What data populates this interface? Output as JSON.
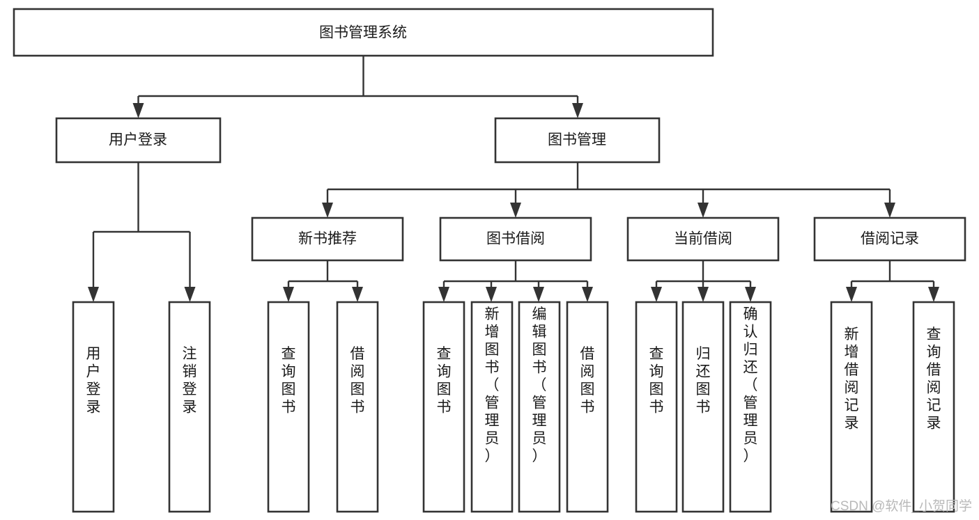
{
  "diagram": {
    "title": "图书管理系统",
    "type": "hierarchy-tree",
    "root": {
      "id": "root",
      "label": "图书管理系统",
      "orientation": "horizontal"
    },
    "level2": [
      {
        "id": "user-login",
        "label": "用户登录",
        "orientation": "horizontal"
      },
      {
        "id": "book-manage",
        "label": "图书管理",
        "orientation": "horizontal"
      }
    ],
    "level3": [
      {
        "id": "new-book-recommend",
        "label": "新书推荐",
        "orientation": "horizontal",
        "parent": "book-manage"
      },
      {
        "id": "book-borrow",
        "label": "图书借阅",
        "orientation": "horizontal",
        "parent": "book-manage"
      },
      {
        "id": "current-borrow",
        "label": "当前借阅",
        "orientation": "horizontal",
        "parent": "book-manage"
      },
      {
        "id": "borrow-record",
        "label": "借阅记录",
        "orientation": "horizontal",
        "parent": "book-manage"
      }
    ],
    "leaves": [
      {
        "id": "leaf-user-login",
        "label": "用户登录",
        "orientation": "vertical",
        "parent": "user-login"
      },
      {
        "id": "leaf-logout-login",
        "label": "注销登录",
        "orientation": "vertical",
        "parent": "user-login"
      },
      {
        "id": "leaf-query-book-1",
        "label": "查询图书",
        "orientation": "vertical",
        "parent": "new-book-recommend"
      },
      {
        "id": "leaf-borrow-book-1",
        "label": "借阅图书",
        "orientation": "vertical",
        "parent": "new-book-recommend"
      },
      {
        "id": "leaf-query-book-2",
        "label": "查询图书",
        "orientation": "vertical",
        "parent": "book-borrow"
      },
      {
        "id": "leaf-add-book-admin",
        "label": "新增图书（管理员）",
        "orientation": "vertical",
        "parent": "book-borrow"
      },
      {
        "id": "leaf-edit-book-admin",
        "label": "编辑图书（管理员）",
        "orientation": "vertical",
        "parent": "book-borrow"
      },
      {
        "id": "leaf-borrow-book-2",
        "label": "借阅图书",
        "orientation": "vertical",
        "parent": "book-borrow"
      },
      {
        "id": "leaf-query-book-3",
        "label": "查询图书",
        "orientation": "vertical",
        "parent": "current-borrow"
      },
      {
        "id": "leaf-return-book",
        "label": "归还图书",
        "orientation": "vertical",
        "parent": "current-borrow"
      },
      {
        "id": "leaf-confirm-return-admin",
        "label": "确认归还（管理员）",
        "orientation": "vertical",
        "parent": "current-borrow"
      },
      {
        "id": "leaf-add-borrow-record",
        "label": "新增借阅记录",
        "orientation": "vertical",
        "parent": "borrow-record"
      },
      {
        "id": "leaf-query-borrow-record",
        "label": "查询借阅记录",
        "orientation": "vertical",
        "parent": "borrow-record"
      }
    ],
    "colors": {
      "box_stroke": "#333333",
      "box_fill": "#ffffff",
      "text": "#1a1a1a",
      "connector": "#333333",
      "watermark": "#b9b9b9",
      "background": "#ffffff"
    }
  },
  "watermark": {
    "text": "CSDN @软件_小贺同学"
  }
}
